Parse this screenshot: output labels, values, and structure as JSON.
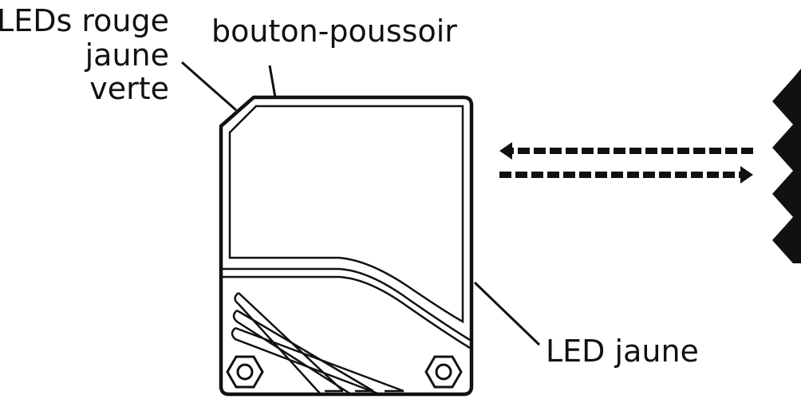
{
  "labels": {
    "leds_line1": "LEDs rouge",
    "leds_line2": "jaune",
    "leds_line3": "verte",
    "push_button": "bouton-poussoir",
    "led_yellow": "LED jaune"
  },
  "colors": {
    "stroke": "#111111",
    "background": "#ffffff"
  },
  "icons": {
    "reflector": "reflector-icon",
    "beam_out": "dashed-arrow-left-icon",
    "beam_in": "dashed-arrow-right-icon"
  }
}
